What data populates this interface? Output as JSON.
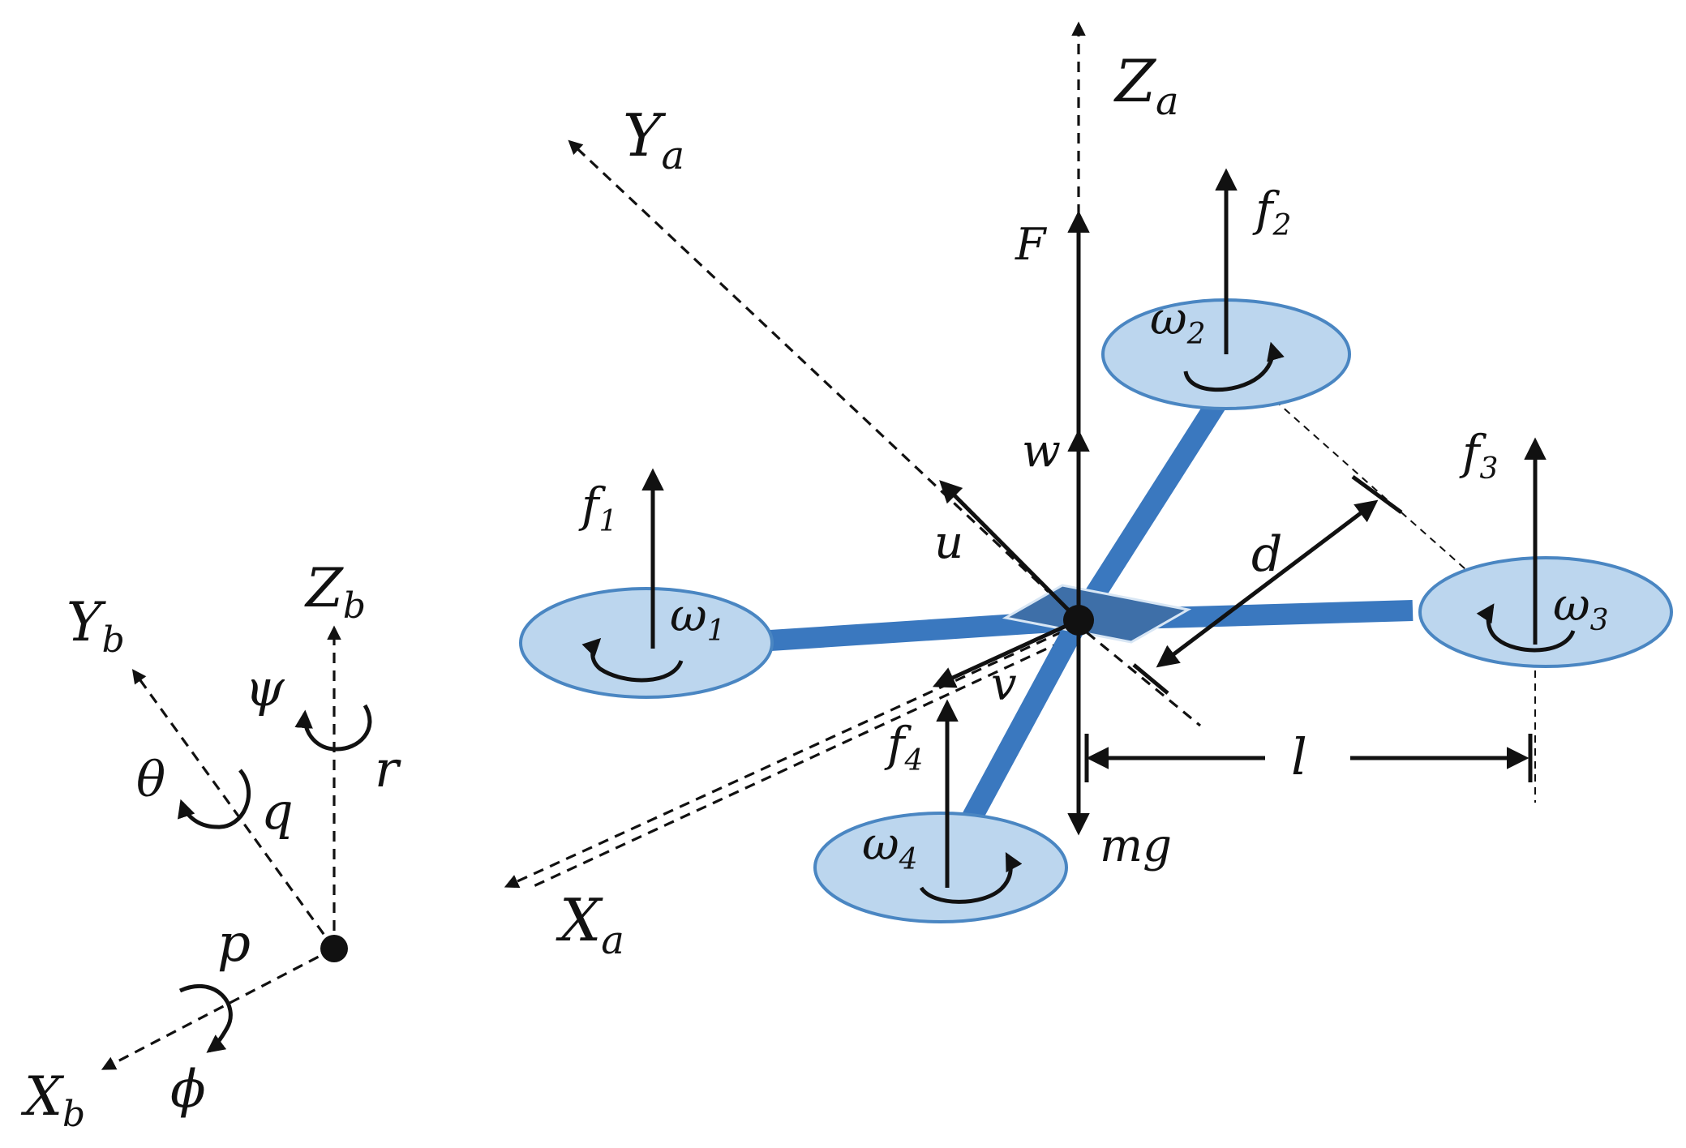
{
  "frame_a": {
    "x_label": "X",
    "x_sub": "a",
    "y_label": "Y",
    "y_sub": "a",
    "z_label": "Z",
    "z_sub": "a"
  },
  "frame_b": {
    "x_label": "X",
    "x_sub": "b",
    "y_label": "Y",
    "y_sub": "b",
    "z_label": "Z",
    "z_sub": "b"
  },
  "angles": {
    "phi": "ϕ",
    "theta": "θ",
    "psi": "ψ"
  },
  "rates": {
    "p": "p",
    "q": "q",
    "r": "r"
  },
  "forces": {
    "F": "F",
    "mg": "mg",
    "f1": "f",
    "f1_sub": "1",
    "f2": "f",
    "f2_sub": "2",
    "f3": "f",
    "f3_sub": "3",
    "f4": "f",
    "f4_sub": "4"
  },
  "velocities": {
    "u": "u",
    "v": "v",
    "w": "w"
  },
  "rotors": {
    "w1": "ω",
    "w1_sub": "1",
    "w2": "ω",
    "w2_sub": "2",
    "w3": "ω",
    "w3_sub": "3",
    "w4": "ω",
    "w4_sub": "4"
  },
  "dimensions": {
    "d": "d",
    "l": "l"
  },
  "colors": {
    "arm": "#3a78bf",
    "rotor_fill": "#bcd6ee",
    "rotor_stroke": "#4a86c2",
    "ink": "#111111"
  }
}
